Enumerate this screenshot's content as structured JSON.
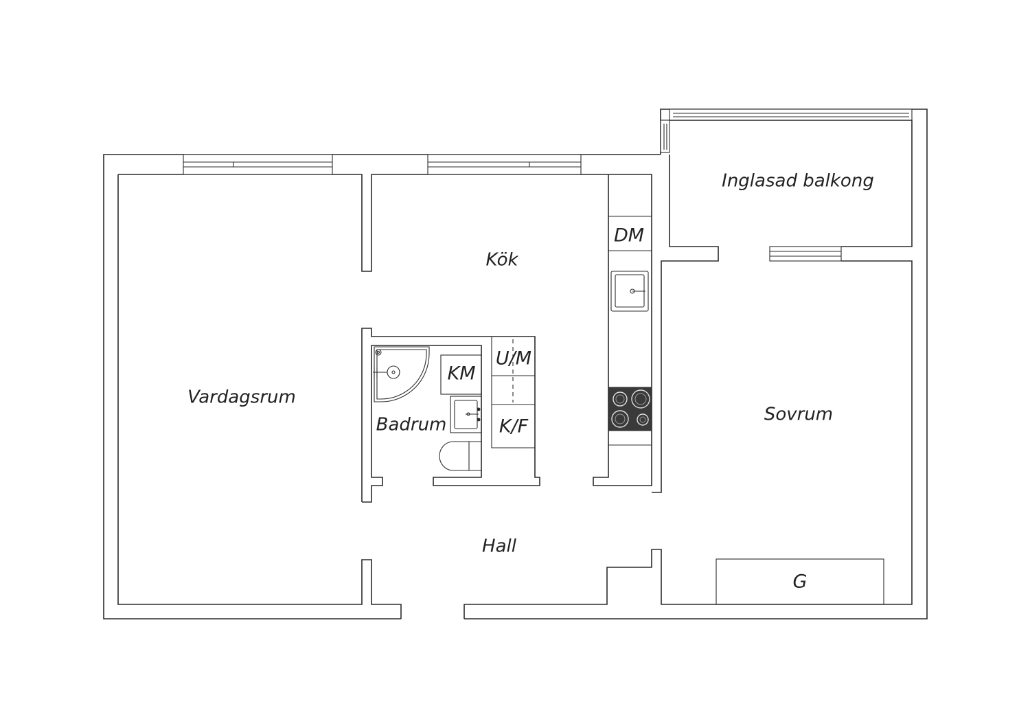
{
  "rooms": {
    "vardagsrum": "Vardagsrum",
    "kok": "Kök",
    "badrum": "Badrum",
    "hall": "Hall",
    "sovrum": "Sovrum",
    "balkong": "Inglasad balkong"
  },
  "fixtures": {
    "dm": "DM",
    "km": "KM",
    "um": "U/M",
    "kf": "K/F",
    "g": "G"
  },
  "colors": {
    "line": "#2b2b2b",
    "stove": "#3a3a3a"
  }
}
